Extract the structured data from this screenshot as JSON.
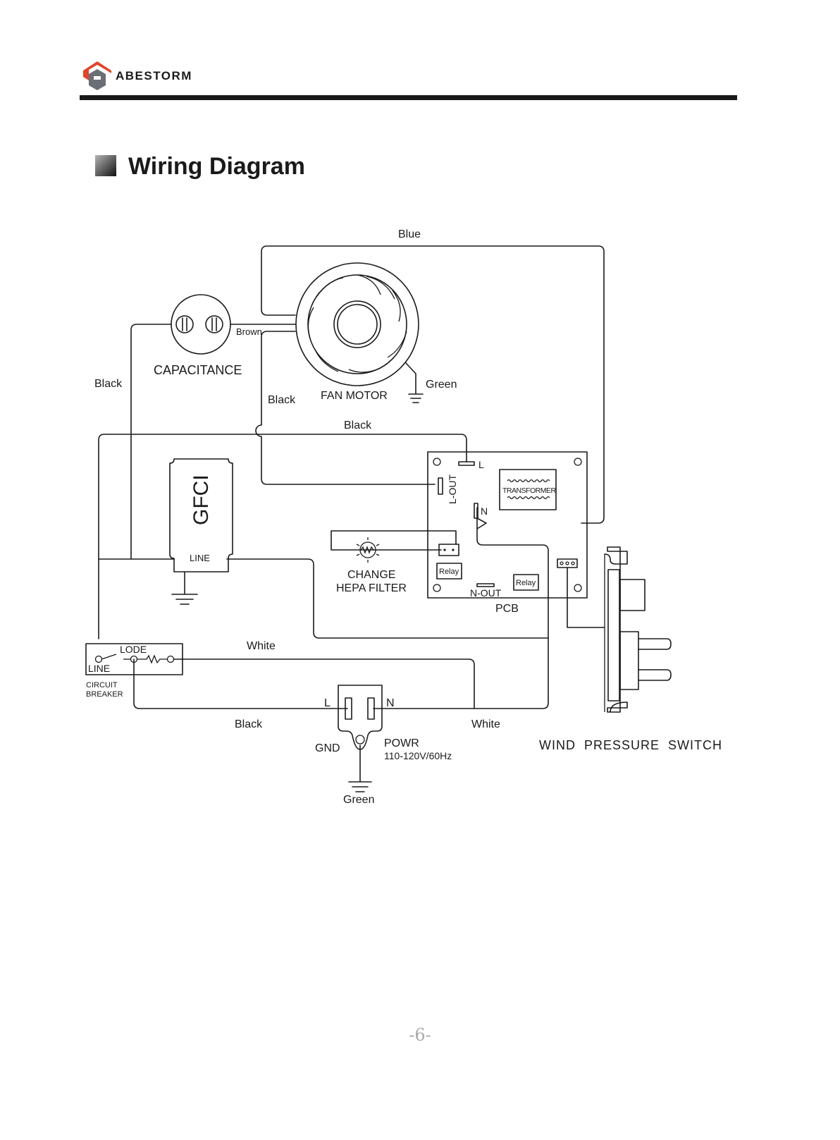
{
  "brand": {
    "name": "ABESTORM",
    "logo_color": "#e0452b",
    "logo_shade": "#6b6e74"
  },
  "heading": {
    "title": "Wiring Diagram"
  },
  "wires": {
    "blue": "Blue",
    "brown": "Brown",
    "black_left": "Black",
    "black_fan": "Black",
    "black_top": "Black",
    "black_bottom": "Black",
    "green_fan": "Green",
    "white_top": "White",
    "white_bottom": "White",
    "green_ground": "Green"
  },
  "components": {
    "capacitance": "CAPACITANCE",
    "fan_motor": "FAN MOTOR",
    "gfci": "GFCI",
    "gfci_line": "LINE",
    "change_line1": "CHANGE",
    "change_line2": "HEPA FILTER",
    "pcb": "PCB",
    "pcb_l": "L",
    "pcb_lout": "L-OUT",
    "pcb_n": "N",
    "pcb_nout": "N-OUT",
    "transformer": "TRANSFORMER",
    "relay1": "Relay",
    "relay2": "Relay",
    "breaker_lode": "LODE",
    "breaker_line": "LINE",
    "breaker_line1": "CIRCUIT",
    "breaker_line2": "BREAKER",
    "plug_l": "L",
    "plug_n": "N",
    "gnd": "GND",
    "power_line1": "POWR",
    "power_line2": "110-120V/60Hz",
    "wind_switch": "WIND  PRESSURE  SWITCH"
  },
  "footer": {
    "page_number": "-6-"
  }
}
